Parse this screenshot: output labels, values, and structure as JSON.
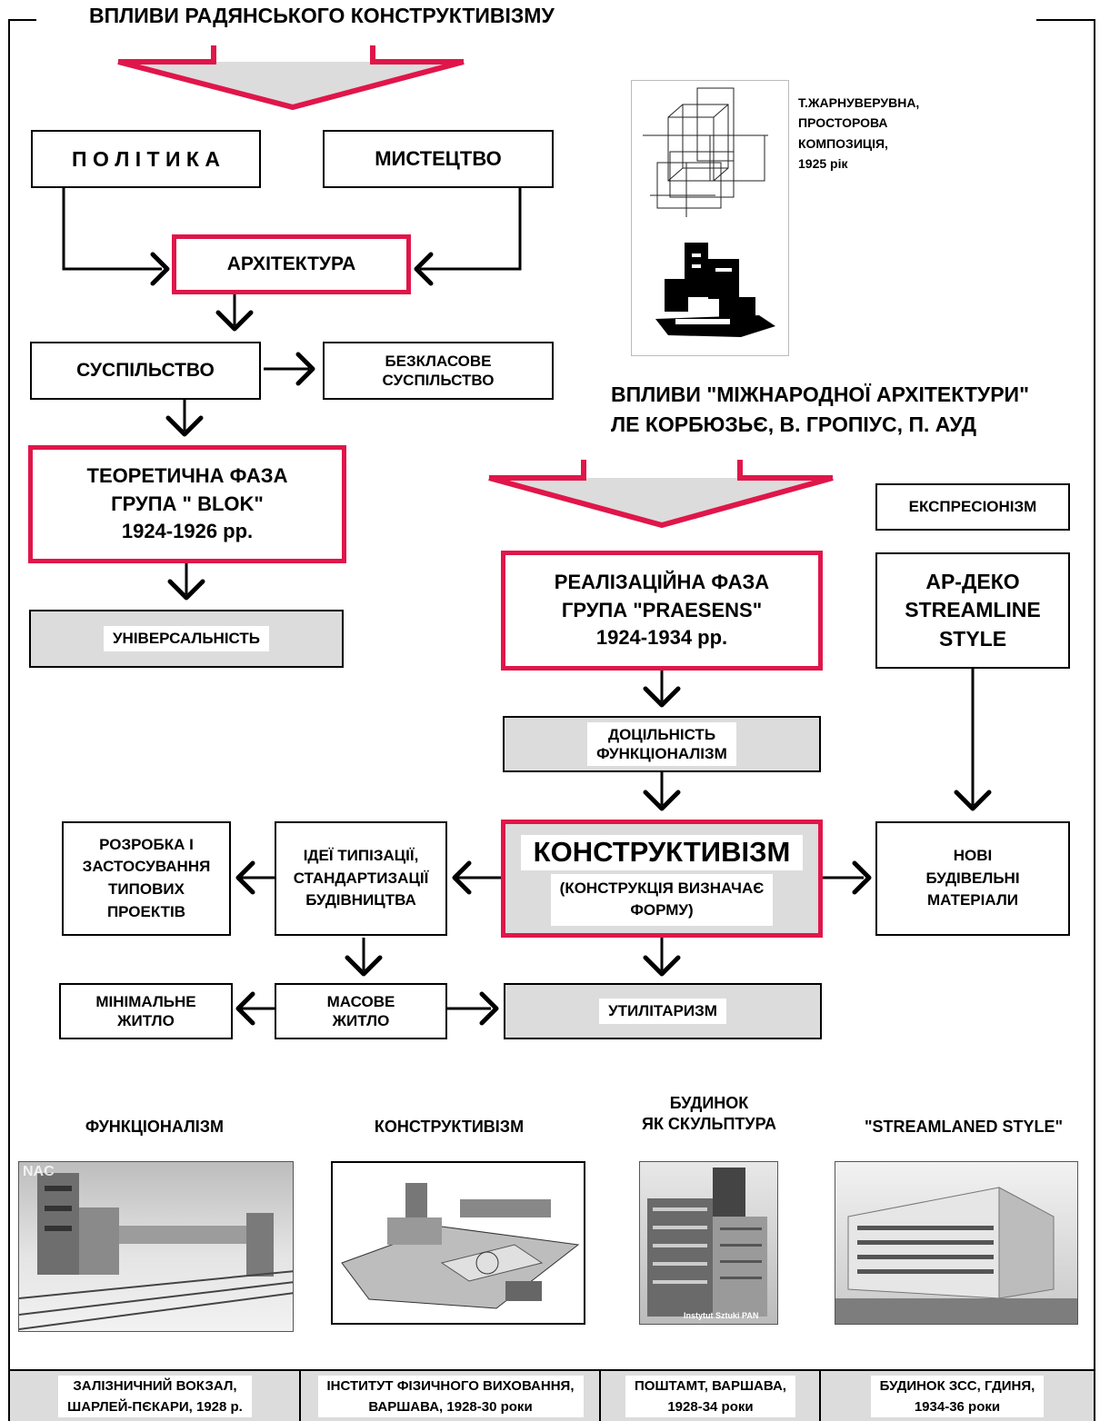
{
  "title_top": "ВПЛИВИ РАДЯНСЬКОГО КОНСТРУКТИВІЗМУ",
  "title_international": "ВПЛИВИ \"МІЖНАРОДНОЇ АРХІТЕКТУРИ\"\nЛЕ КОРБЮЗЬЄ, В. ГРОПІУС, П. АУД",
  "sketch_caption": "Т.ЖАРНУВЕРУВНА,\nПРОСТОРОВА\nКОМПОЗИЦІЯ,\n1925 рік",
  "nodes": {
    "polityka": "П О Л І Т И К А",
    "mystetstvo": "МИСТЕЦТВО",
    "arkhitektura": "АРХІТЕКТУРА",
    "suspilstvo": "СУСПІЛЬСТВО",
    "bezklasove": "БЕЗКЛАСОВЕ\nСУСПІЛЬСТВО",
    "teoretychna": "ТЕОРЕТИЧНА ФАЗА\nГРУПА \" BLOK\"\n1924-1926 рр.",
    "universalnist": "УНІВЕРСАЛЬНІСТЬ",
    "ekspresionizm": "ЕКСПРЕСІОНІЗМ",
    "realizatsiina": "РЕАЛІЗАЦІЙНА ФАЗА\nГРУПА \"PRAESENS\"\n1924-1934 рр.",
    "ar_deko": "АР-ДЕКО\nSTREAMLINE\nSTYLE",
    "dotsilnist": "ДОЦІЛЬНІСТЬ\nФУНКЦІОНАЛІЗМ",
    "konstruktyvizm": "КОНСТРУКТИВІЗМ",
    "konstruktyvizm_sub": "(КОНСТРУКЦІЯ ВИЗНАЧАЄ\nФОРМУ)",
    "ideyi": "ІДЕЇ ТИПІЗАЦІЇ,\nСТАНДАРТИЗАЦІЇ\nБУДІВНИЦТВА",
    "rozrobka": "РОЗРОБКА І\nЗАСТОСУВАННЯ\nТИПОВИХ\nПРОЕКТІВ",
    "novi": "НОВІ\nБУДІВЕЛЬНІ\nМАТЕРІАЛИ",
    "minimalne": "МІНІМАЛЬНЕ\nЖИТЛО",
    "masove": "МАСОВЕ\nЖИТЛО",
    "utylitaryzm": "УТИЛІТАРИЗМ"
  },
  "gallery": [
    {
      "label": "ФУНКЦІОНАЛІЗМ",
      "caption": "ЗАЛІЗНИЧНИЙ ВОКЗАЛ,\nШАРЛЕЙ-ПЄКАРИ, 1928 р.",
      "photo_mark": "NAC"
    },
    {
      "label": "КОНСТРУКТИВІЗМ",
      "caption": "ІНСТИТУТ ФІЗИЧНОГО ВИХОВАННЯ,\nВАРШАВА, 1928-30 роки"
    },
    {
      "label": "БУДИНОК\nЯК СКУЛЬПТУРА",
      "caption": "ПОШТАМТ, ВАРШАВА,\n1928-34 роки",
      "photo_mark": "Instytut Sztuki PAN"
    },
    {
      "label": "\"STREAMLANED STYLE\"",
      "caption": "БУДИНОК ЗСС, ГДИНЯ,\n1934-36 роки"
    }
  ],
  "colors": {
    "accent_red": "#e0164a",
    "grey_fill": "#dcdcdc",
    "frame": "#000000"
  }
}
